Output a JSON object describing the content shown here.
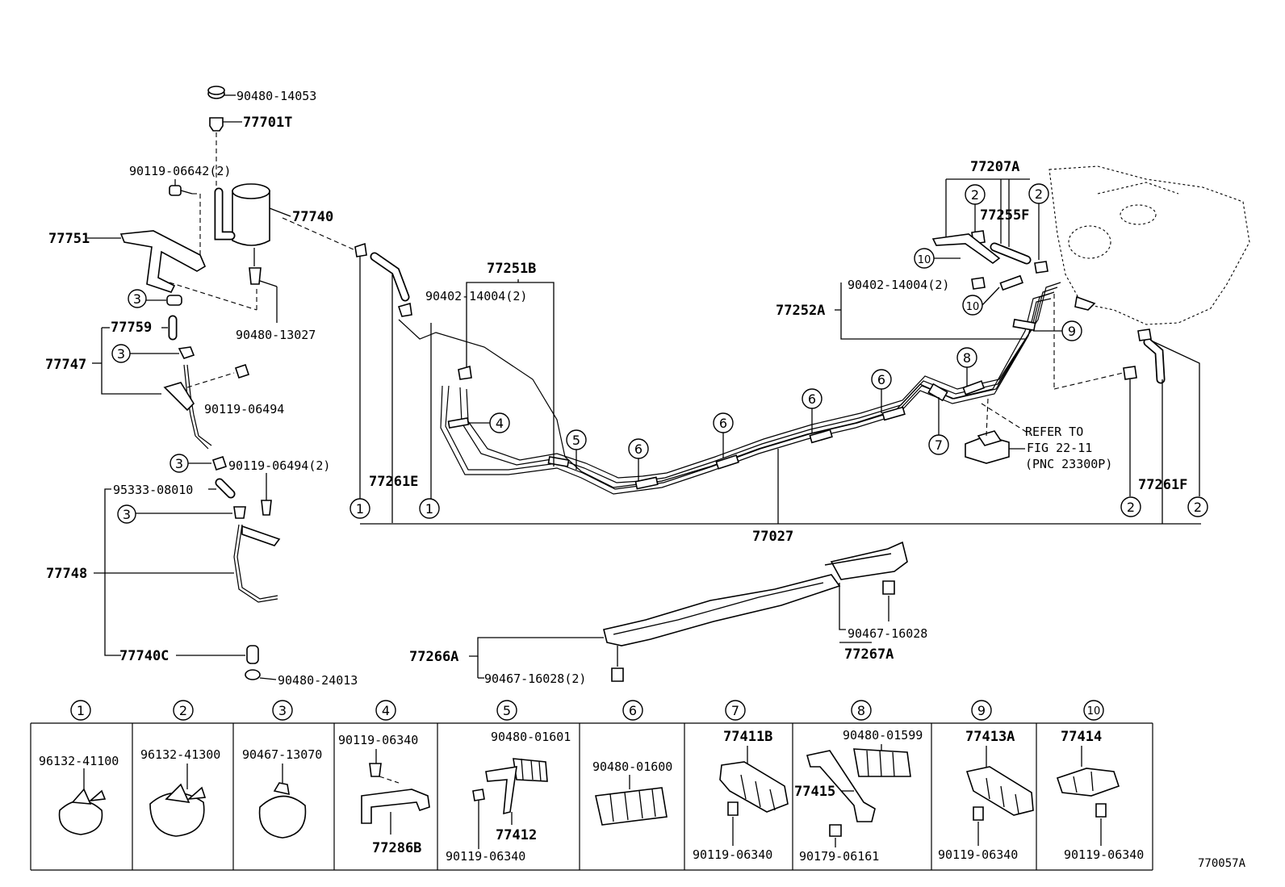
{
  "labels": {
    "p90480_14053": "90480-14053",
    "p77701T": "77701T",
    "p90119_06642": "90119-06642(2)",
    "p77740": "77740",
    "p77751": "77751",
    "p90480_13027": "90480-13027",
    "p77759": "77759",
    "p77747": "77747",
    "p90119_06494a": "90119-06494",
    "p90119_06494b": "90119-06494(2)",
    "p95333_08010": "95333-08010",
    "p77748": "77748",
    "p77740C": "77740C",
    "p90480_24013": "90480-24013",
    "p77251B": "77251B",
    "p90402_14004a": "90402-14004(2)",
    "p77261E": "77261E",
    "p77027": "77027",
    "p77207A": "77207A",
    "p77255F": "77255F",
    "p90402_14004b": "90402-14004(2)",
    "p77252A": "77252A",
    "refer1": "REFER TO",
    "refer2": "FIG 22-11",
    "refer3": "(PNC 23300P)",
    "p77261F": "77261F",
    "p90467_16028a": "90467-16028",
    "p77267A": "77267A",
    "p77266A": "77266A",
    "p90467_16028b": "90467-16028(2)",
    "figure_code": "770057A"
  },
  "callouts": {
    "c1": "1",
    "c2": "2",
    "c3": "3",
    "c4": "4",
    "c5": "5",
    "c6": "6",
    "c7": "7",
    "c8": "8",
    "c9": "9",
    "c10": "10"
  },
  "legend": [
    {
      "num": "1",
      "parts": [
        "96132-41100"
      ]
    },
    {
      "num": "2",
      "parts": [
        "96132-41300"
      ]
    },
    {
      "num": "3",
      "parts": [
        "90467-13070"
      ]
    },
    {
      "num": "4",
      "parts": [
        "90119-06340",
        "77286B"
      ]
    },
    {
      "num": "5",
      "parts": [
        "90480-01601",
        "77412",
        "90119-06340"
      ]
    },
    {
      "num": "6",
      "parts": [
        "90480-01600"
      ]
    },
    {
      "num": "7",
      "parts": [
        "77411B",
        "90119-06340"
      ]
    },
    {
      "num": "8",
      "parts": [
        "90480-01599",
        "77415",
        "90179-06161"
      ]
    },
    {
      "num": "9",
      "parts": [
        "77413A",
        "90119-06340"
      ]
    },
    {
      "num": "10",
      "parts": [
        "77414",
        "90119-06340"
      ]
    }
  ]
}
